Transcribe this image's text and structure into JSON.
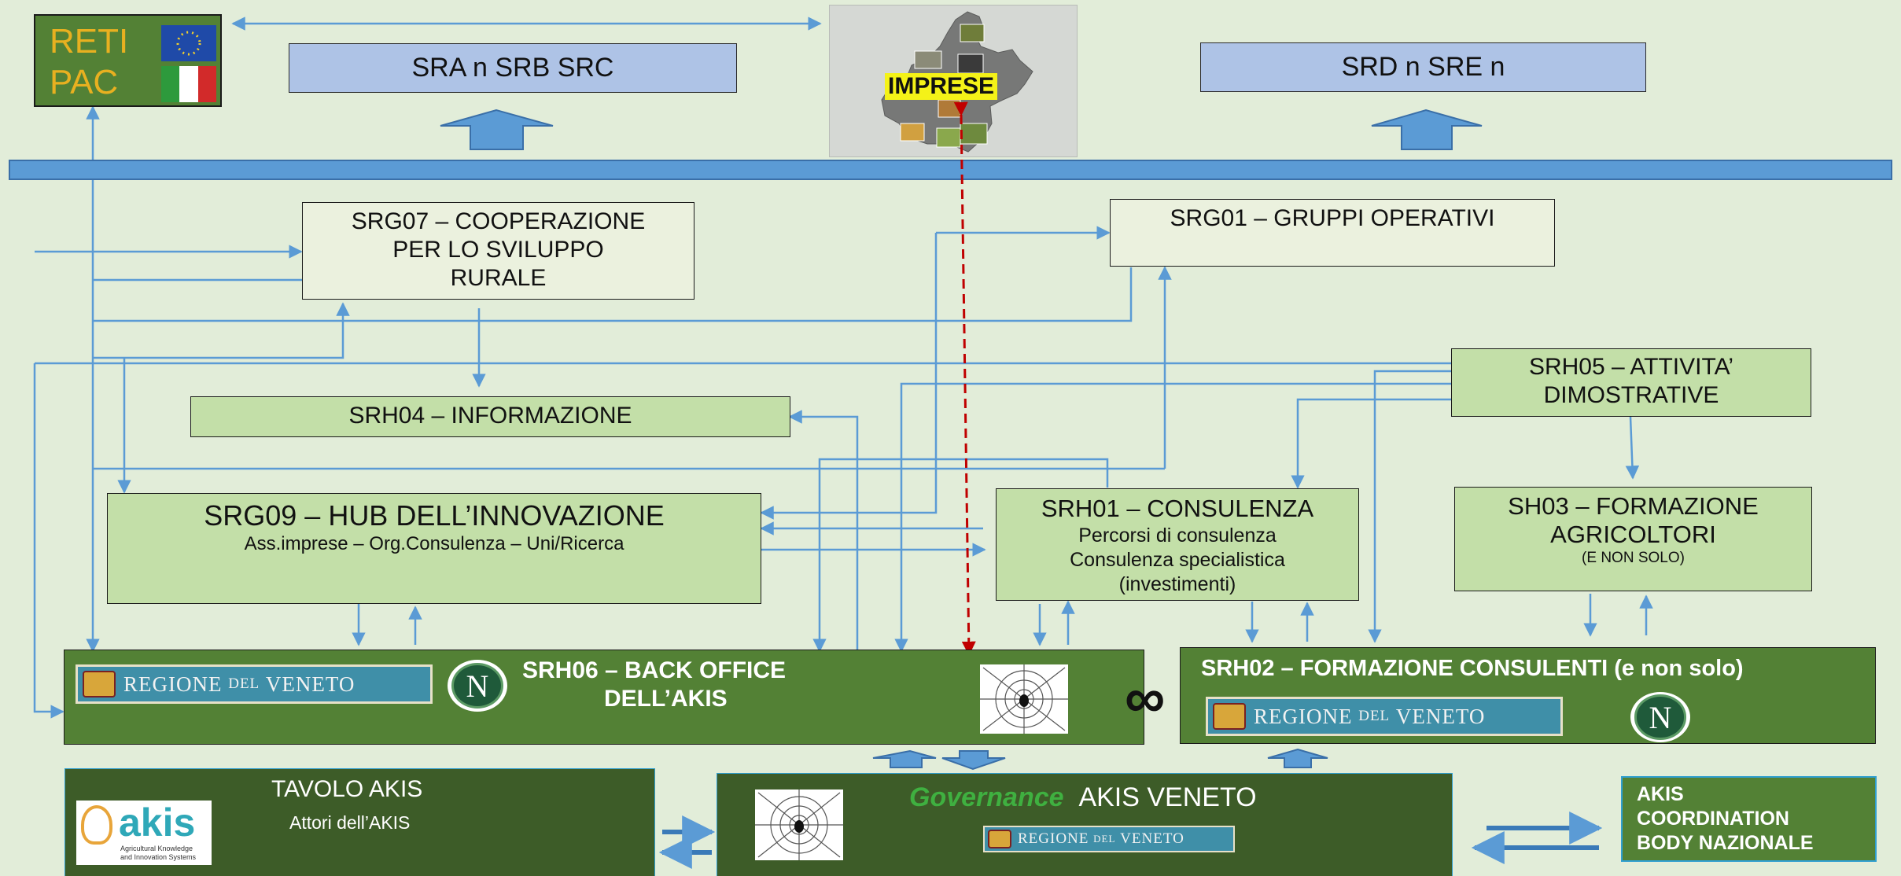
{
  "reti_pac": {
    "line1": "RETI",
    "line2": "PAC"
  },
  "srabc": {
    "label": "SRA n  SRB  SRC"
  },
  "srde": {
    "label": "SRD n  SRE n"
  },
  "imprese": {
    "label": "IMPRESE"
  },
  "srg07": {
    "line1": "SRG07 – COOPERAZIONE",
    "line2": "PER LO SVILUPPO",
    "line3": "RURALE"
  },
  "srg01": {
    "label": "SRG01 – GRUPPI OPERATIVI"
  },
  "srh04": {
    "label": "SRH04 – INFORMAZIONE"
  },
  "srh05": {
    "line1": "SRH05 – ATTIVITA’",
    "line2": "DIMOSTRATIVE"
  },
  "srg09": {
    "title": "SRG09 – HUB DELL’INNOVAZIONE",
    "subtitle": "Ass.imprese – Org.Consulenza  – Uni/Ricerca"
  },
  "srh01": {
    "title": "SRH01 – CONSULENZA",
    "line1": "Percorsi di consulenza",
    "line2": "Consulenza specialistica",
    "line3": "(investimenti)"
  },
  "sh03": {
    "line1": "SH03 – FORMAZIONE",
    "line2": "AGRICOLTORI",
    "line3": "(E NON SOLO)"
  },
  "srh06": {
    "line1": "SRH06 – BACK  OFFICE",
    "line2": "DELL’AKIS"
  },
  "srh02": {
    "label": "SRH02 – FORMAZIONE  CONSULENTI  (e non solo)"
  },
  "infinity": {
    "symbol": "∞"
  },
  "regione_logo": {
    "regione": "REGIONE",
    "del": "DEL",
    "veneto": "VENETO"
  },
  "medal_logo": {
    "letter": "N"
  },
  "tavolo": {
    "title": "TAVOLO AKIS",
    "subtitle": "Attori dell’AKIS"
  },
  "akis_logo": {
    "word": "akis",
    "tagline1": "Agricultural Knowledge",
    "tagline2": "and Innovation Systems"
  },
  "governance": {
    "italic": "Governance",
    "rest": "AKIS VENETO"
  },
  "coordination": {
    "line1": "AKIS",
    "line2": "COORDINATION",
    "line3": "BODY NAZIONALE"
  },
  "colors": {
    "background": "#e2edd9",
    "connector": "#5b9bd5",
    "band": "#5b9bd5",
    "dark_green": "#538135",
    "gold_text": "#e8b020",
    "red_dash": "#c00000"
  }
}
